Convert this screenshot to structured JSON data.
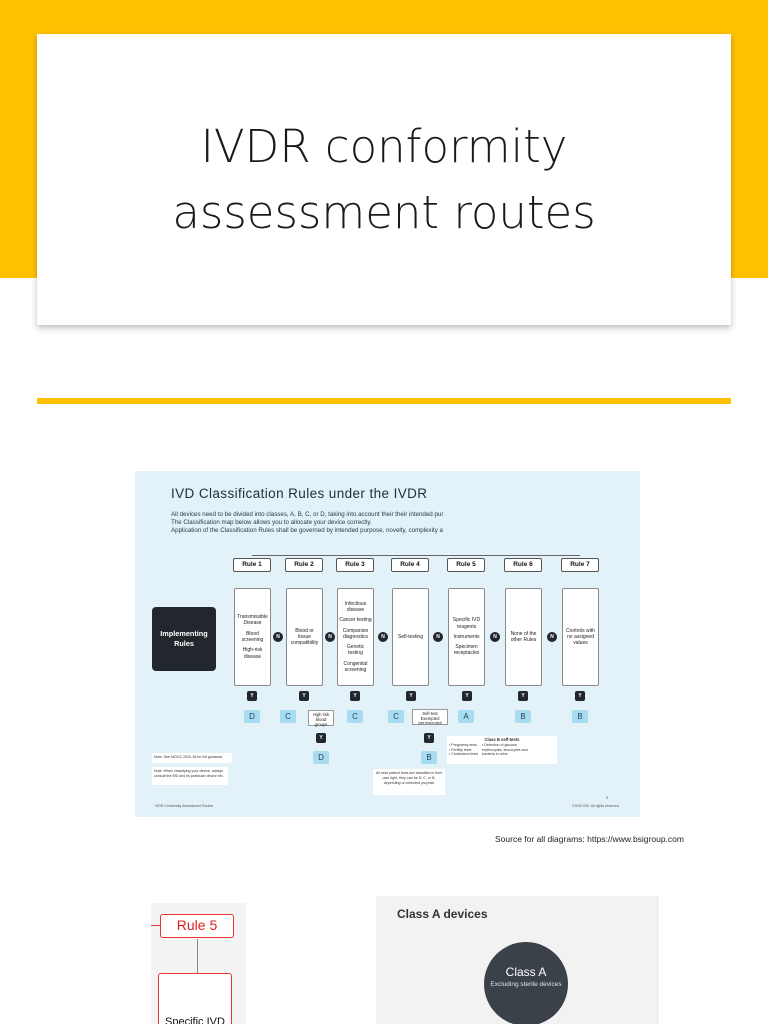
{
  "slide": {
    "title": "IVDR conformity assessment routes"
  },
  "diagram": {
    "title": "IVD Classification Rules under the IVDR",
    "intro": [
      "All devices need to be divided into classes, A, B, C, or D, taking into account their their intended pur",
      "The Classification map below allows you to allocate your device correctly.",
      "Application of the Classification Rules shall be governed by intended purpose, novelty, complexity a"
    ],
    "implementing": "Implementing Rules",
    "rules": [
      {
        "label": "Rule 1",
        "items": [
          "Transmissible Disease",
          "Blood screening",
          "High-risk disease"
        ],
        "class": "D"
      },
      {
        "label": "Rule 2",
        "items": [
          "Blood or tissue compatibility"
        ],
        "class": "C"
      },
      {
        "label": "Rule 3",
        "items": [
          "Infectious disease",
          "Cancer testing",
          "Companion diagnostics",
          "Genetic testing",
          "Congenital screening"
        ],
        "class": "C"
      },
      {
        "label": "Rule 4",
        "items": [
          "Self-testing"
        ],
        "class": "C"
      },
      {
        "label": "Rule 5",
        "items": [
          "Specific IVD reagents",
          "Instruments",
          "Specimen receptacles"
        ],
        "class": "A"
      },
      {
        "label": "Rule 6",
        "items": [
          "None of the other Rules"
        ],
        "class": "B"
      },
      {
        "label": "Rule 7",
        "items": [
          "Controls with no assigned values"
        ],
        "class": "B"
      }
    ],
    "n_label": "N",
    "y_label": "Y",
    "rule2_sub": {
      "note": "High risk blood groups",
      "class": "D"
    },
    "rule4_sub": {
      "note": "Self-test Exempted",
      "note_sub": "(see below right)",
      "class": "B"
    },
    "classb_box": {
      "title": "Class B self-tests",
      "items": [
        "• Pregnancy tests",
        "• Fertility tests",
        "• Cholesterol tests",
        "• Detection of glucose, erythrocytes, leucocytes and bacteria in urine"
      ]
    },
    "notes": [
      "Note: See MDCG 2020-16 for full guidance",
      "Note: When classifying your device, always consult the BSI and its particular device etc."
    ],
    "bottom_note": "All near patient tests are classified in their own right, they can be D, C, or B, depending on intended purpose",
    "footer_left": "IVDR Conformity Assessment Routes",
    "footer_right": "©2020 BSI. All rights reserved.",
    "page_no": "2"
  },
  "source": "Source for all diagrams: https://www.bsigroup.com",
  "thumb_rule5": {
    "head": "Rule 5",
    "box": "Specific IVD"
  },
  "thumb_classA": {
    "title": "Class A devices",
    "circle_title": "Class A",
    "circle_sub": "Excluding sterile devices"
  },
  "colors": {
    "accent": "#ffc000",
    "class_badge": "#a8dcf0",
    "diagram_bg": "#e3f1f8"
  }
}
